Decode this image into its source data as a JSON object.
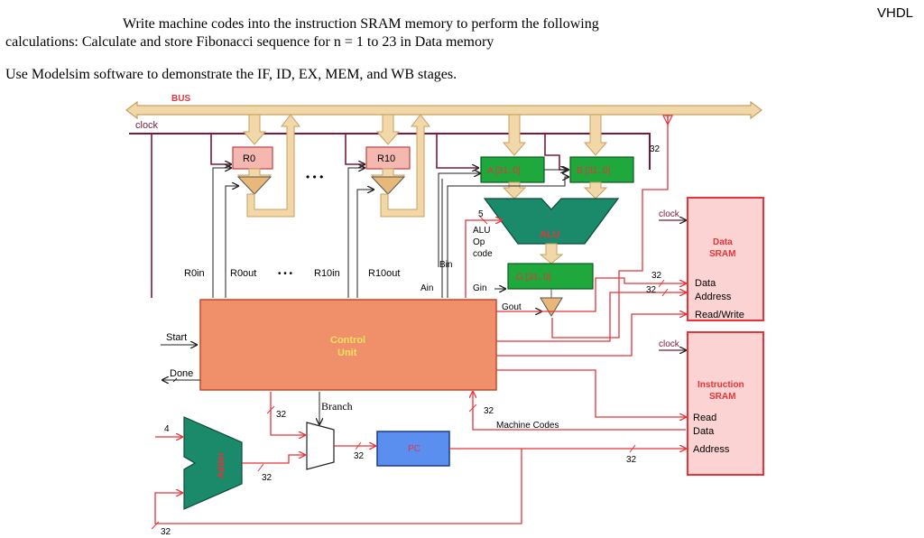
{
  "header": {
    "line1": "Write machine codes into the instruction SRAM memory to perform the following",
    "line2": "calculations: Calculate and store Fibonacci sequence for n = 1 to 23 in Data memory",
    "line3": "Use Modelsim software to demonstrate the IF, ID, EX, MEM, and WB stages.",
    "tag": "VHDL"
  },
  "diagram": {
    "bus": "BUS",
    "clock": "clock",
    "r0": "R0",
    "r10": "R10",
    "dots": "• • •",
    "reg_a": "A [31..0]",
    "reg_b": "B [31..0]",
    "reg_g": "G [31..0]",
    "alu": "ALU",
    "alu_op_1": "ALU",
    "alu_op_2": "Op",
    "alu_op_3": "code",
    "five": "5",
    "bin": "Bin",
    "ain": "Ain",
    "gin": "Gin",
    "gout": "Gout",
    "r0in": "R0in",
    "r0out": "R0out",
    "r10in": "R10in",
    "r10out": "R10out",
    "control_1": "Control",
    "control_2": "Unit",
    "start": "Start",
    "done": "Done",
    "branch": "Branch",
    "machine_codes": "Machine Codes",
    "pc": "PC",
    "adder": "Adder",
    "four": "4",
    "w32": "32",
    "data_sram_1": "Data",
    "data_sram_2": "SRAM",
    "data_port": "Data",
    "address_port": "Address",
    "rw_port": "Read/Write",
    "instr_sram_1": "Instruction",
    "instr_sram_2": "SRAM",
    "read_port": "Read",
    "idata_port": "Data",
    "iaddress_port": "Address"
  },
  "colors": {
    "wire_red": "#e8333a",
    "wire_dark": "#7a1a3a",
    "bus_fill": "#f2d8a8",
    "bus_stroke": "#c8a060",
    "green_reg": "#1fa83c",
    "alu_teal": "#1a8a6a",
    "control_fill": "#f0906a",
    "sram_fill": "#fbd3d3",
    "pc_blue": "#5a8ff0"
  }
}
